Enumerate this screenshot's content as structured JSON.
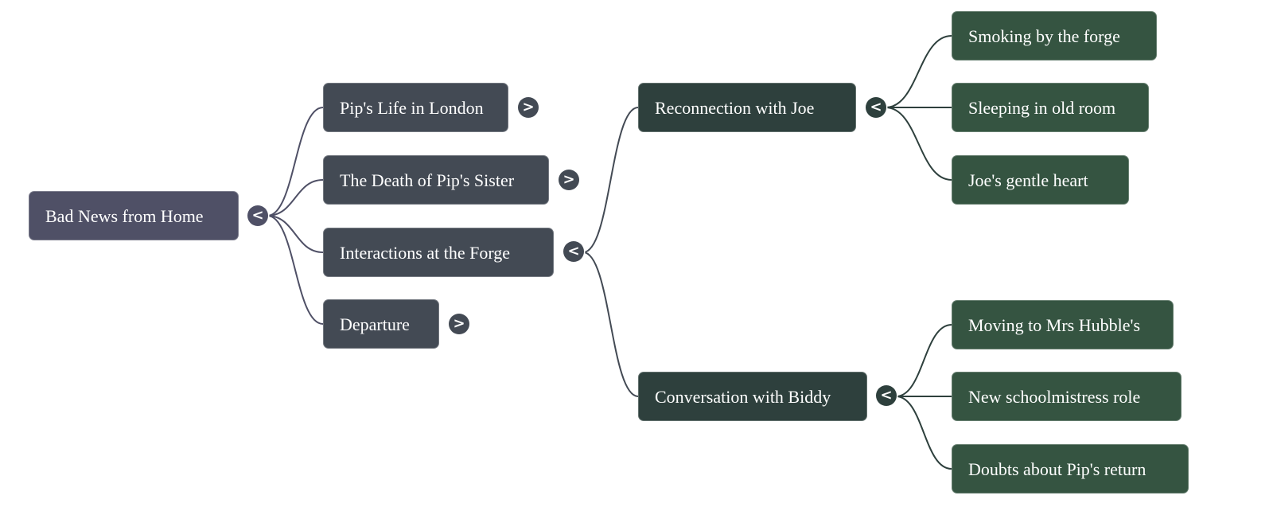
{
  "colors": {
    "root": "#4f5066",
    "level1": "#434a54",
    "level2": "#2e403d",
    "level3": "#355441",
    "link_root": "#4f5066",
    "link_level1": "#434a54",
    "link_level2": "#2e403d"
  },
  "mindmap": {
    "root": {
      "label": "Bad News from Home",
      "toggle": "<",
      "children": [
        {
          "label": "Pip's Life in London",
          "toggle": ">",
          "expanded": false
        },
        {
          "label": "The Death of Pip's Sister",
          "toggle": ">",
          "expanded": false
        },
        {
          "label": "Interactions at the Forge",
          "toggle": "<",
          "expanded": true,
          "children": [
            {
              "label": "Reconnection with Joe",
              "toggle": "<",
              "expanded": true,
              "children": [
                {
                  "label": "Smoking by the forge"
                },
                {
                  "label": "Sleeping in old room"
                },
                {
                  "label": "Joe's gentle heart"
                }
              ]
            },
            {
              "label": "Conversation with Biddy",
              "toggle": "<",
              "expanded": true,
              "children": [
                {
                  "label": "Moving to Mrs Hubble's"
                },
                {
                  "label": "New schoolmistress role"
                },
                {
                  "label": "Doubts about Pip's return"
                }
              ]
            }
          ]
        },
        {
          "label": "Departure",
          "toggle": ">",
          "expanded": false
        }
      ]
    }
  }
}
